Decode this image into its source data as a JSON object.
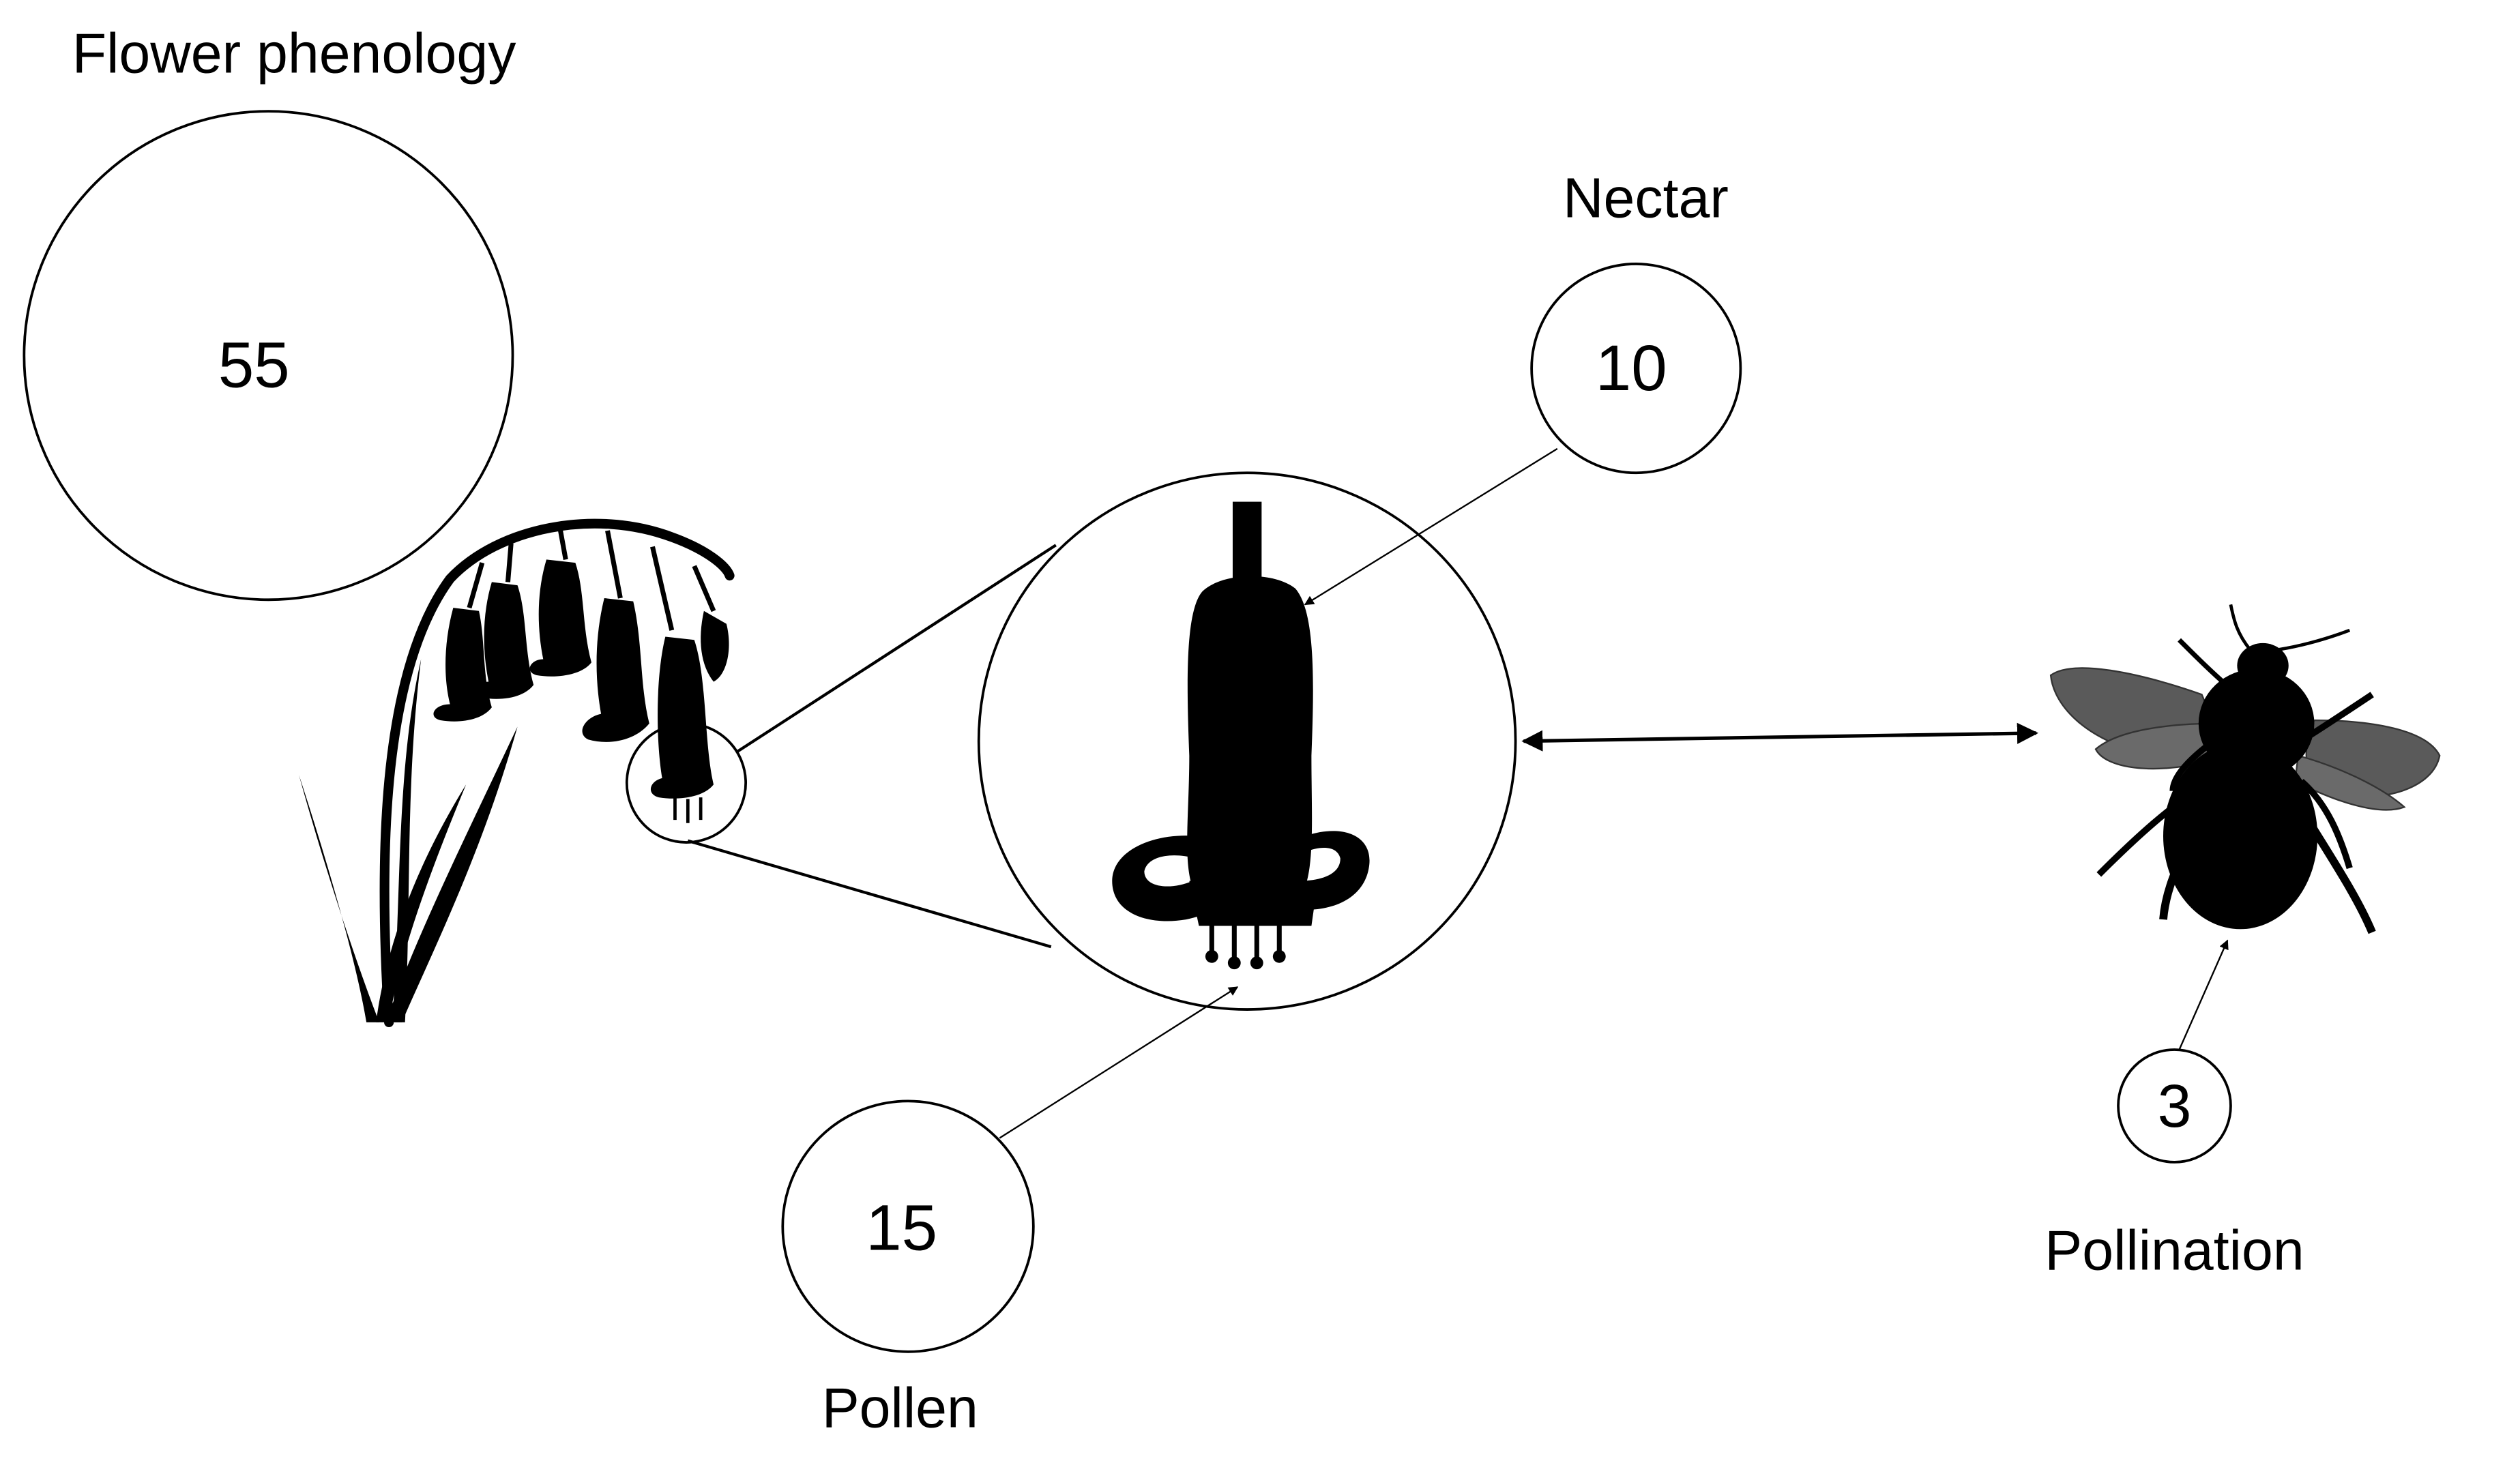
{
  "diagram": {
    "nodes": {
      "phenology": {
        "label": "Flower phenology",
        "count": "55"
      },
      "nectar": {
        "label": "Nectar",
        "count": "10"
      },
      "pollen": {
        "label": "Pollen",
        "count": "15"
      },
      "pollination": {
        "label": "Pollination",
        "count": "3"
      }
    },
    "colors": {
      "ink": "#000000",
      "bee_wing": "#5a5a5a",
      "bee_wing_edge": "#333333",
      "background": "#ffffff"
    },
    "icons": [
      "bluebell-plant-icon",
      "bell-flower-icon",
      "bumblebee-icon"
    ]
  }
}
